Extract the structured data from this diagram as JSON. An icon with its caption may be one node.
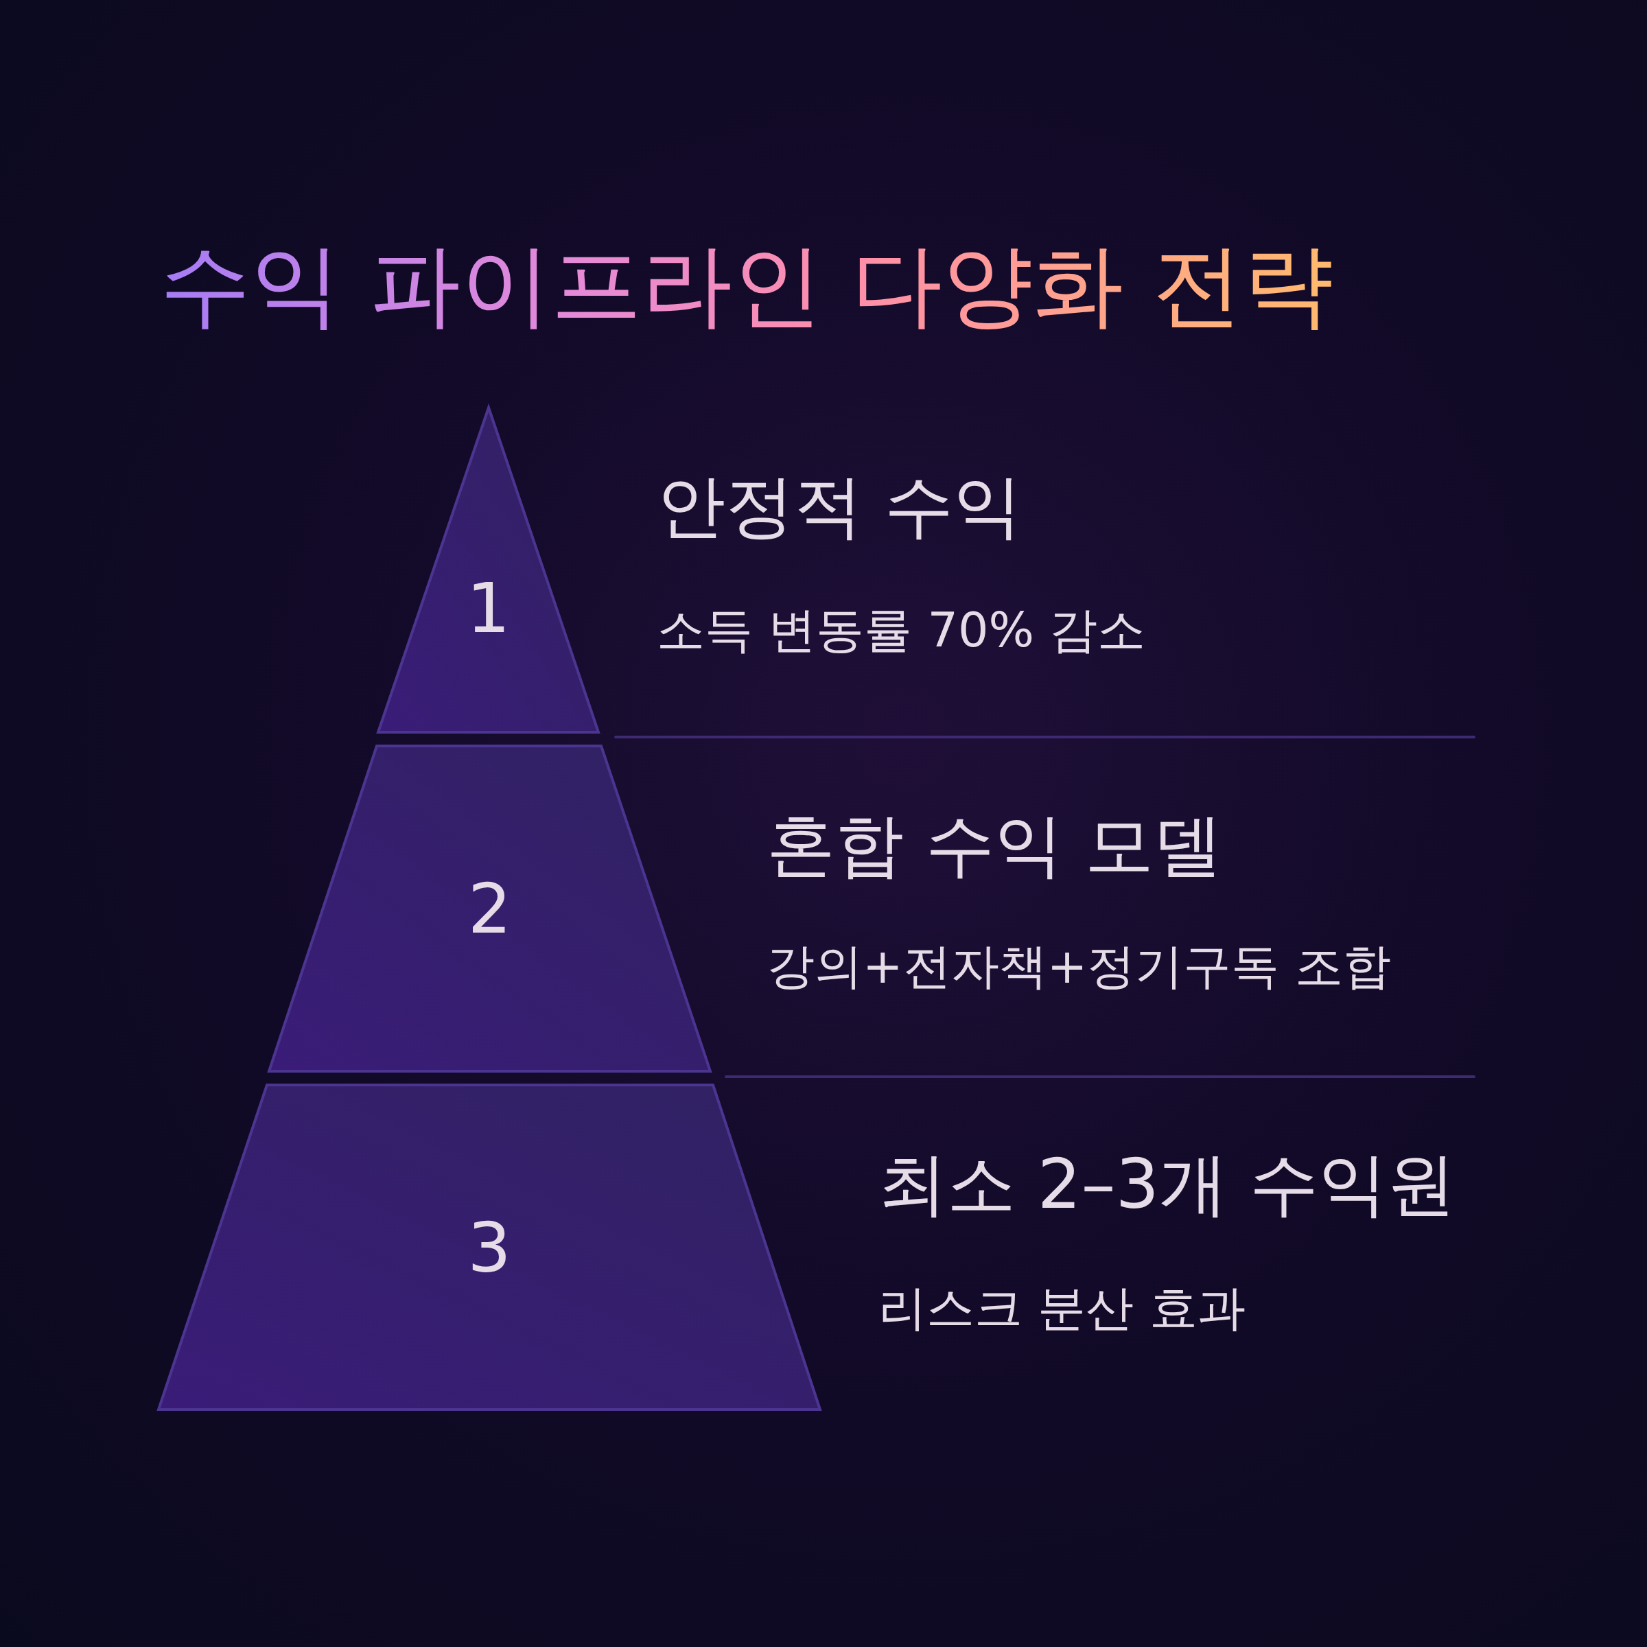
{
  "diagram": {
    "title": "수익 파이프라인 다양화 전략",
    "nodes": [
      {
        "text": [
          "1"
        ],
        "beside": [
          "안정적 수익",
          "소득 변동률 70% 감소"
        ]
      },
      {
        "text": [
          "2"
        ],
        "beside": [
          "혼합 수익 모델",
          "강의+전자책+정기구독 조합"
        ]
      },
      {
        "text": [
          "3"
        ],
        "beside": [
          "최소 2–3개 수익원",
          "리스크 분산 효과"
        ]
      }
    ],
    "edges": []
  }
}
